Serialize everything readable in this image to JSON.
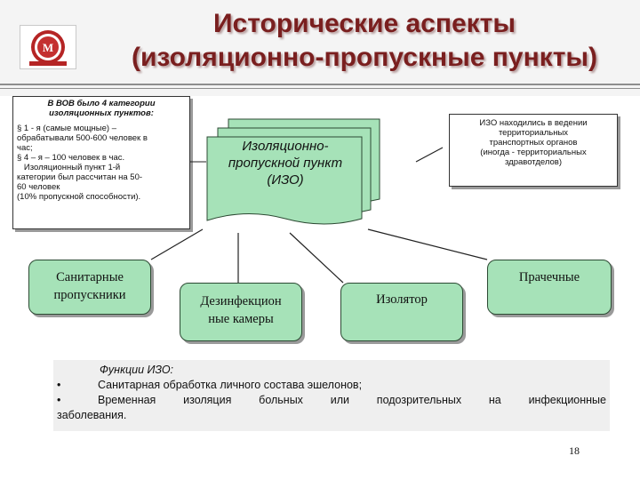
{
  "title": {
    "line1": "Исторические аспекты",
    "line2": "(изоляционно-пропускные пункты)"
  },
  "logo": {
    "icon": "institution-crest-icon"
  },
  "wwii_box": {
    "heading_line1": "В ВОВ было 4 категории",
    "heading_line2": "изоляционных пунктов:",
    "lines": [
      "§  1 - я (самые мощные) –",
      "обрабатывали 500-600 человек в",
      "час;",
      "§  4 – я – 100 человек в час.",
      "   Изоляционный пункт 1-й",
      "категории был рассчитан на 50-",
      "60 человек",
      "(10% пропускной способности)."
    ]
  },
  "center_node": {
    "line1": "Изоляционно-",
    "line2": "пропускной пункт",
    "line3": "(ИЗО)"
  },
  "izo_info_box": {
    "lines": [
      "ИЗО находились в ведении",
      "территориальных",
      "транспортных органов",
      "(иногда  - территориальных",
      "здравотделов)"
    ]
  },
  "nodes": {
    "sanitary": {
      "line1": "Санитарные",
      "line2": "пропускники"
    },
    "disinfection": {
      "line1": "Дезинфекцион",
      "line2": "ные камеры"
    },
    "isolator": {
      "label": "Изолятор"
    },
    "laundry": {
      "label": "Прачечные"
    }
  },
  "functions": {
    "heading": "Функции ИЗО:",
    "bullet": "•",
    "item1": "Санитарная обработка личного состава эшелонов;",
    "item2_line1": "Временная  изоляция  больных  или  подозрительных  на  инфекционные",
    "item2_line2": "заболевания."
  },
  "page_number": "18",
  "colors": {
    "title": "#7a1f1f",
    "node_fill": "#a6e2b8",
    "info_fill": "#efefef"
  }
}
